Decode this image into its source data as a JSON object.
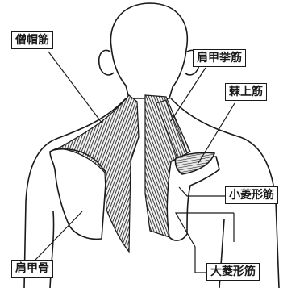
{
  "labels": {
    "trapezius": "僧帽筋",
    "levator_scapulae": "肩甲挙筋",
    "supraspinatus": "棘上筋",
    "rhomboid_minor": "小菱形筋",
    "rhomboid_major": "大菱形筋",
    "scapula": "肩甲骨"
  },
  "colors": {
    "ink": "#1a1a1a",
    "background": "#ffffff"
  }
}
